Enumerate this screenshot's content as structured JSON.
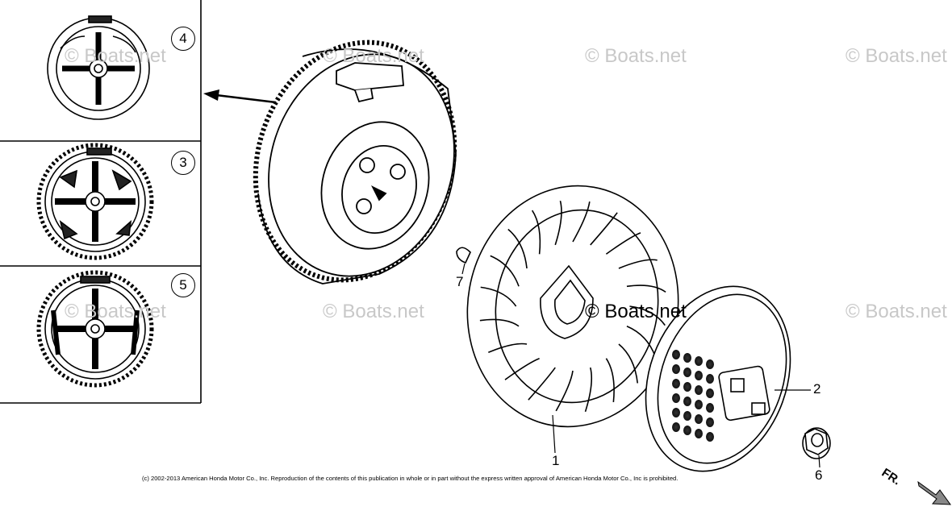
{
  "watermarks": [
    "© Boats.net",
    "© Boats.net",
    "© Boats.net",
    "© Boats.net",
    "© Boats.net",
    "© Boats.net",
    "© Boats.net",
    "© Boats.net"
  ],
  "variant_labels": {
    "top": "4",
    "middle": "3",
    "bottom": "5"
  },
  "part_callouts": {
    "fan": "1",
    "cup": "2",
    "nut": "6",
    "key": "7"
  },
  "direction_label": "FR.",
  "copyright": "(c) 2002-2013 American Honda Motor Co., Inc. Reproduction of the contents of this publication in whole or in part without the express written approval of American Honda Motor Co., Inc is prohibited."
}
